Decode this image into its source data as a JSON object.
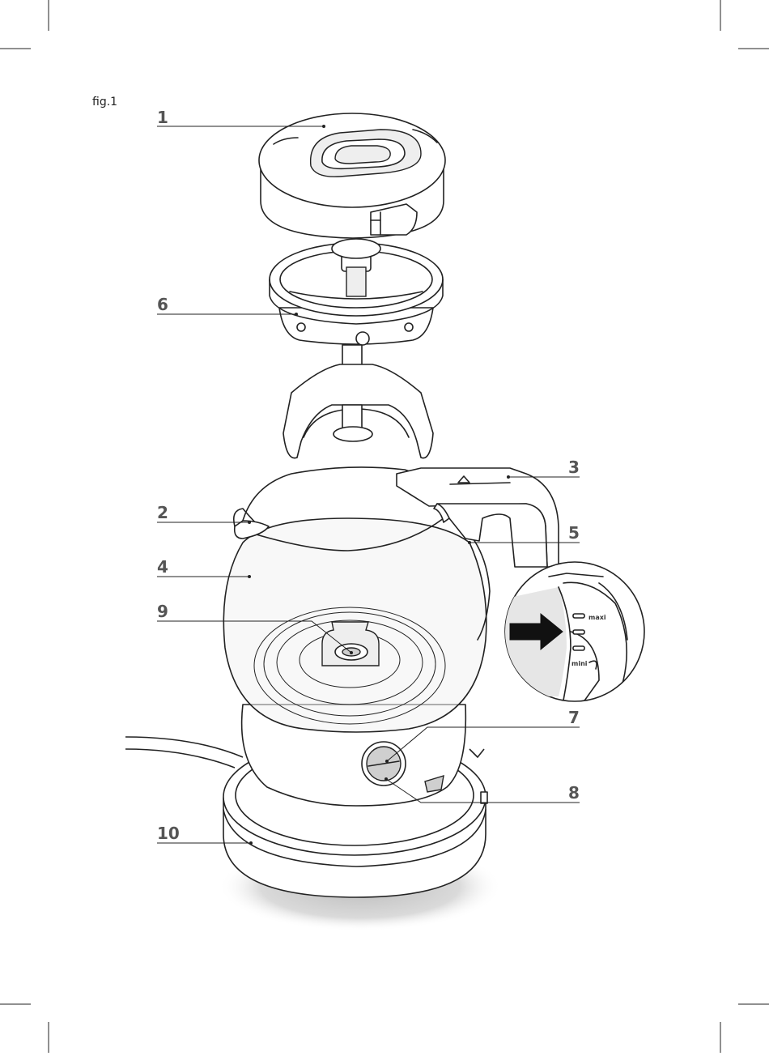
{
  "figure": {
    "label": "fig.1"
  },
  "callouts": [
    {
      "num": "1"
    },
    {
      "num": "6"
    },
    {
      "num": "3"
    },
    {
      "num": "2"
    },
    {
      "num": "5"
    },
    {
      "num": "4"
    },
    {
      "num": "9"
    },
    {
      "num": "7"
    },
    {
      "num": "8"
    },
    {
      "num": "10"
    }
  ],
  "inset": {
    "max_label": "maxi",
    "min_label": "mini"
  },
  "colors": {
    "line": "#222222",
    "callout_text": "#555555",
    "arrow": "#111111",
    "shadow": "#d9d9d9"
  }
}
